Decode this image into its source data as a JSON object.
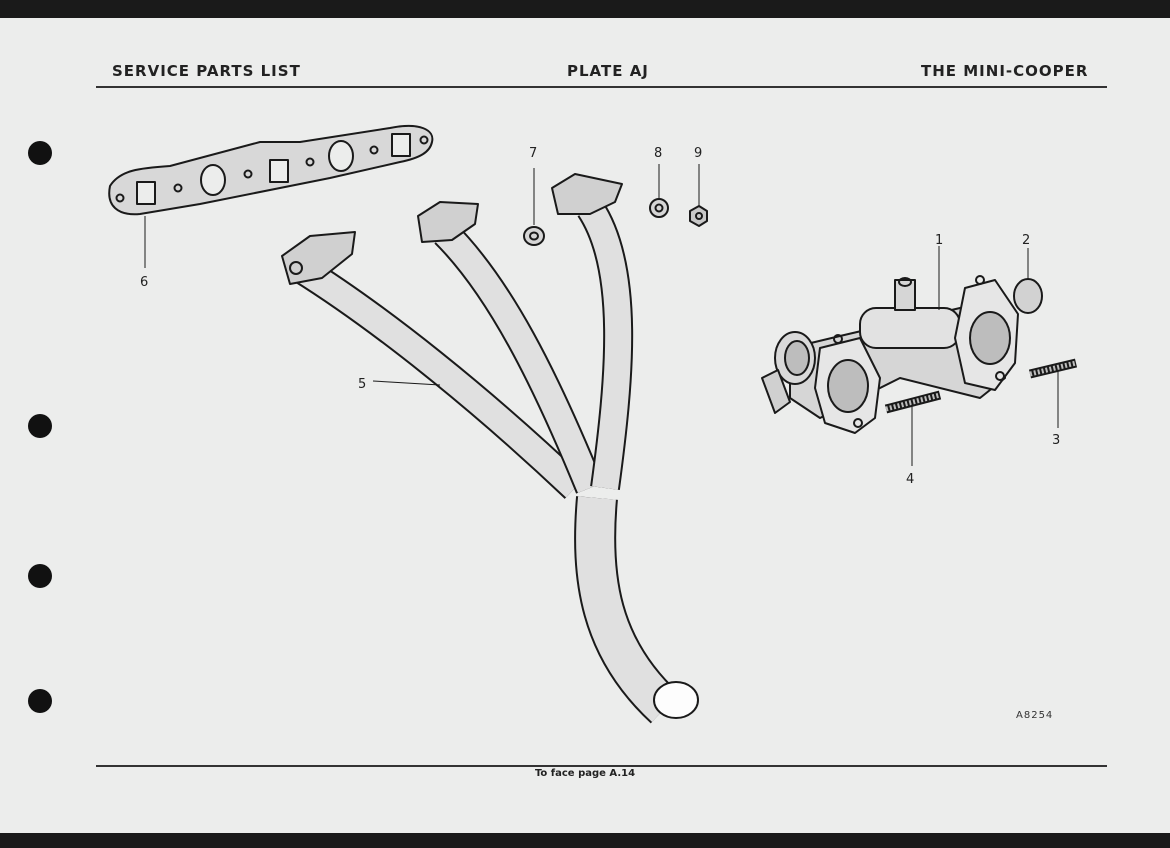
{
  "header": {
    "left": "SERVICE PARTS LIST",
    "center": "PLATE AJ",
    "right": "THE MINI-COOPER"
  },
  "footer": {
    "text": "To face page A.14"
  },
  "drawing_ref": "A8254",
  "callouts": [
    "1",
    "2",
    "3",
    "4",
    "5",
    "6",
    "7",
    "8",
    "9"
  ]
}
